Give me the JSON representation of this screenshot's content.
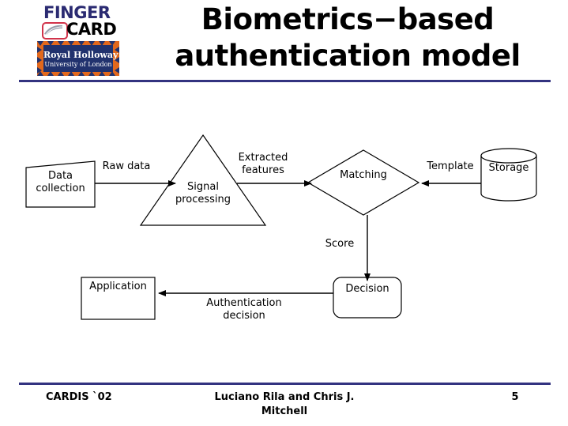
{
  "header": {
    "title": "Biometrics−based authentication model",
    "rule_color": "#333380",
    "fingercard_logo": {
      "word1": "FINGER",
      "word2": "CARD",
      "word1_color": "#2b2b72",
      "word2_color": "#000000",
      "mark_border_color": "#d1334a"
    },
    "rhul_logo": {
      "line1": "Royal Holloway",
      "line2": "University of London",
      "background_color": "#21326e",
      "border_color": "#e2681c",
      "text_color": "#ffffff"
    }
  },
  "diagram": {
    "nodes": [
      {
        "id": "data-collection",
        "label": "Data\ncollection",
        "shape": "skewed-box"
      },
      {
        "id": "signal-processing",
        "label": "Signal\nprocessing",
        "shape": "triangle"
      },
      {
        "id": "matching",
        "label": "Matching",
        "shape": "diamond"
      },
      {
        "id": "storage",
        "label": "Storage",
        "shape": "cylinder"
      },
      {
        "id": "decision",
        "label": "Decision",
        "shape": "rounded-box"
      },
      {
        "id": "application",
        "label": "Application",
        "shape": "box"
      }
    ],
    "edges": [
      {
        "id": "raw-data",
        "label": "Raw data",
        "from": "data-collection",
        "to": "signal-processing",
        "direction": "right"
      },
      {
        "id": "extracted-features",
        "label": "Extracted\nfeatures",
        "from": "signal-processing",
        "to": "matching",
        "direction": "right"
      },
      {
        "id": "template",
        "label": "Template",
        "from": "storage",
        "to": "matching",
        "direction": "left"
      },
      {
        "id": "score",
        "label": "Score",
        "from": "matching",
        "to": "decision",
        "direction": "down"
      },
      {
        "id": "authentication-decision",
        "label": "Authentication\ndecision",
        "from": "decision",
        "to": "application",
        "direction": "left"
      }
    ],
    "stroke_color": "#000000"
  },
  "footer": {
    "left": "CARDIS `02",
    "center": "Luciano Rila and Chris J.\nMitchell",
    "page_number": "5",
    "rule_color": "#333380"
  }
}
